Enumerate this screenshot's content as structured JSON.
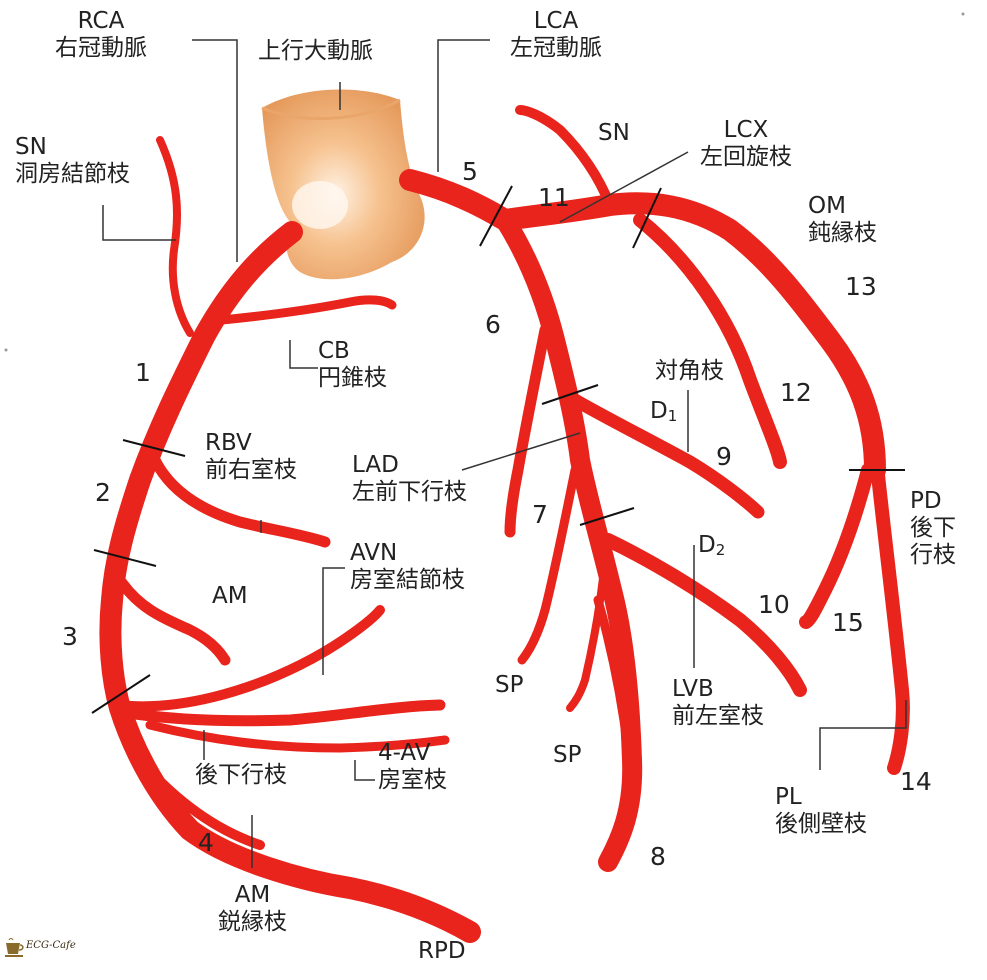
{
  "labels": {
    "rca": {
      "abbr": "RCA",
      "jp": "右冠動脈"
    },
    "aorta": {
      "jp": "上行大動脈"
    },
    "lca": {
      "abbr": "LCA",
      "jp": "左冠動脈"
    },
    "sn_left": {
      "abbr": "SN",
      "jp": "洞房結節枝"
    },
    "sn_right": {
      "abbr": "SN"
    },
    "lcx": {
      "abbr": "LCX",
      "jp": "左回旋枝"
    },
    "om": {
      "abbr": "OM",
      "jp": "鈍縁枝"
    },
    "cb": {
      "abbr": "CB",
      "jp": "円錐枝"
    },
    "diagonal": {
      "jp": "対角枝"
    },
    "d1": {
      "letter": "D",
      "sub": "1"
    },
    "d2": {
      "letter": "D",
      "sub": "2"
    },
    "rbv": {
      "abbr": "RBV",
      "jp": "前右室枝"
    },
    "lad": {
      "abbr": "LAD",
      "jp": "左前下行枝"
    },
    "avn": {
      "abbr": "AVN",
      "jp": "房室結節枝"
    },
    "am_mid": {
      "abbr": "AM"
    },
    "pd": {
      "abbr": "PD",
      "jp1": "後下",
      "jp2": "行枝"
    },
    "sp1": {
      "abbr": "SP"
    },
    "sp2": {
      "abbr": "SP"
    },
    "lvb": {
      "abbr": "LVB",
      "jp": "前左室枝"
    },
    "pdr": {
      "jp": "後下行枝"
    },
    "av4": {
      "abbr": "4-AV",
      "jp": "房室枝"
    },
    "pl": {
      "abbr": "PL",
      "jp": "後側壁枝"
    },
    "am_bottom": {
      "abbr": "AM",
      "jp": "鋭縁枝"
    },
    "rpd": {
      "abbr": "RPD"
    }
  },
  "segments": {
    "s1": "1",
    "s2": "2",
    "s3": "3",
    "s4": "4",
    "s5": "5",
    "s6": "6",
    "s7": "7",
    "s8": "8",
    "s9": "9",
    "s10": "10",
    "s11": "11",
    "s12": "12",
    "s13": "13",
    "s14": "14",
    "s15": "15"
  },
  "watermark": {
    "text": "ECG-Cafe"
  },
  "colors": {
    "artery": "#e8241c",
    "artery_dark": "#c91812",
    "aorta": "#f2b27a",
    "leader": "#333333"
  }
}
